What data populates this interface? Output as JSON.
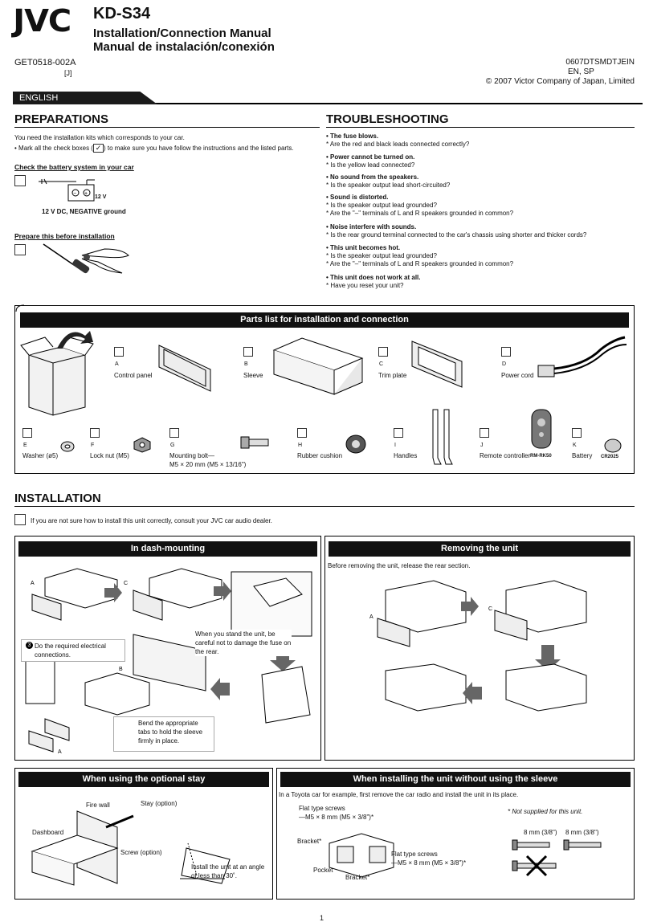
{
  "header": {
    "brand": "JVC",
    "model": "KD-S34",
    "title_en": "Installation/Connection Manual",
    "title_es": "Manual de instalación/conexión",
    "doc_code": "GET0518-002A",
    "doc_code_sub": "[J]",
    "print_code": "0607DTSMDTJEIN",
    "langs": "EN, SP",
    "copyright": "© 2007 Victor Company of Japan, Limited"
  },
  "lang_tab": "ENGLISH",
  "preparations": {
    "heading": "PREPARATIONS",
    "intro": "You need the installation kits which corresponds to your car.",
    "bullet_pre": "Mark all the check boxes (",
    "bullet_post": ") to make sure you have follow the instructions and the listed parts.",
    "battery_heading": "Check the battery system in your car",
    "battery_volt": "12 V",
    "battery_caption": "12 V DC, NEGATIVE ground",
    "prepare_heading": "Prepare this before installation"
  },
  "troubleshooting": {
    "heading": "TROUBLESHOOTING",
    "items": [
      {
        "q": "The fuse blows.",
        "a": [
          "Are the red and black leads connected correctly?"
        ]
      },
      {
        "q": "Power cannot be turned on.",
        "a": [
          "Is the yellow lead connected?"
        ]
      },
      {
        "q": "No sound from the speakers.",
        "a": [
          "Is the speaker output lead short-circuited?"
        ]
      },
      {
        "q": "Sound is distorted.",
        "a": [
          "Is the speaker output lead grounded?",
          "Are the \"–\" terminals of L and R speakers grounded in common?"
        ]
      },
      {
        "q": "Noise interfere with sounds.",
        "a": [
          "Is the rear ground terminal connected to the car's chassis using shorter and thicker cords?"
        ]
      },
      {
        "q": "This unit becomes hot.",
        "a": [
          "Is the speaker output lead grounded?",
          "Are the \"–\" terminals of L and R speakers grounded in common?"
        ]
      },
      {
        "q": "This unit does not work at all.",
        "a": [
          "Have you reset your unit?"
        ]
      }
    ]
  },
  "parts": {
    "heading": "Parts list for installation and connection",
    "row1": [
      {
        "letter": "A",
        "name": "Control panel"
      },
      {
        "letter": "B",
        "name": "Sleeve"
      },
      {
        "letter": "C",
        "name": "Trim plate"
      },
      {
        "letter": "D",
        "name": "Power cord"
      }
    ],
    "row2": [
      {
        "letter": "E",
        "name": "Washer (ø5)"
      },
      {
        "letter": "F",
        "name": "Lock nut (M5)"
      },
      {
        "letter": "G",
        "name": "Mounting bolt—",
        "name2": "M5 × 20 mm (M5 × 13/16\")"
      },
      {
        "letter": "H",
        "name": "Rubber cushion"
      },
      {
        "letter": "I",
        "name": "Handles"
      },
      {
        "letter": "J",
        "name": "Remote controller"
      },
      {
        "letter": "K",
        "name": "Battery"
      }
    ],
    "remote_model": "RM-RK50",
    "battery_model": "CR2025"
  },
  "installation": {
    "heading": "INSTALLATION",
    "note": "If you are not sure how to install this unit correctly, consult your JVC car audio dealer.",
    "dash": {
      "heading": "In dash-mounting",
      "step3": "Do the required electrical connections.",
      "stand_note": "When you stand the unit, be careful not to damage the fuse on the rear.",
      "bend_note": "Bend the appropriate tabs to hold the sleeve firmly in place."
    },
    "remove": {
      "heading": "Removing the unit",
      "note": "Before removing the unit, release the rear section."
    },
    "stay": {
      "heading": "When using the optional stay",
      "fire_wall": "Fire wall",
      "stay_option": "Stay (option)",
      "dashboard": "Dashboard",
      "screw_option": "Screw (option)",
      "angle_note": "Install the unit at an angle of less than 30˚."
    },
    "nosleeve": {
      "heading": "When installing the unit without using the sleeve",
      "intro": "In a Toyota car for example, first remove the car radio and install the unit in its place.",
      "flat_screws_1": "Flat type screws",
      "flat_screws_1b": "—M5 × 8 mm (M5 × 3/8\")*",
      "bracket_1": "Bracket*",
      "pocket": "Pocket",
      "bracket_2": "Bracket*",
      "flat_screws_2": "Flat type screws",
      "flat_screws_2b": "—M5 × 8 mm (M5 × 3/8\")*",
      "not_supplied": "* Not supplied for this unit.",
      "dim1": "8 mm (3/8\")",
      "dim2": "8 mm (3/8\")"
    }
  },
  "page_number": "1"
}
